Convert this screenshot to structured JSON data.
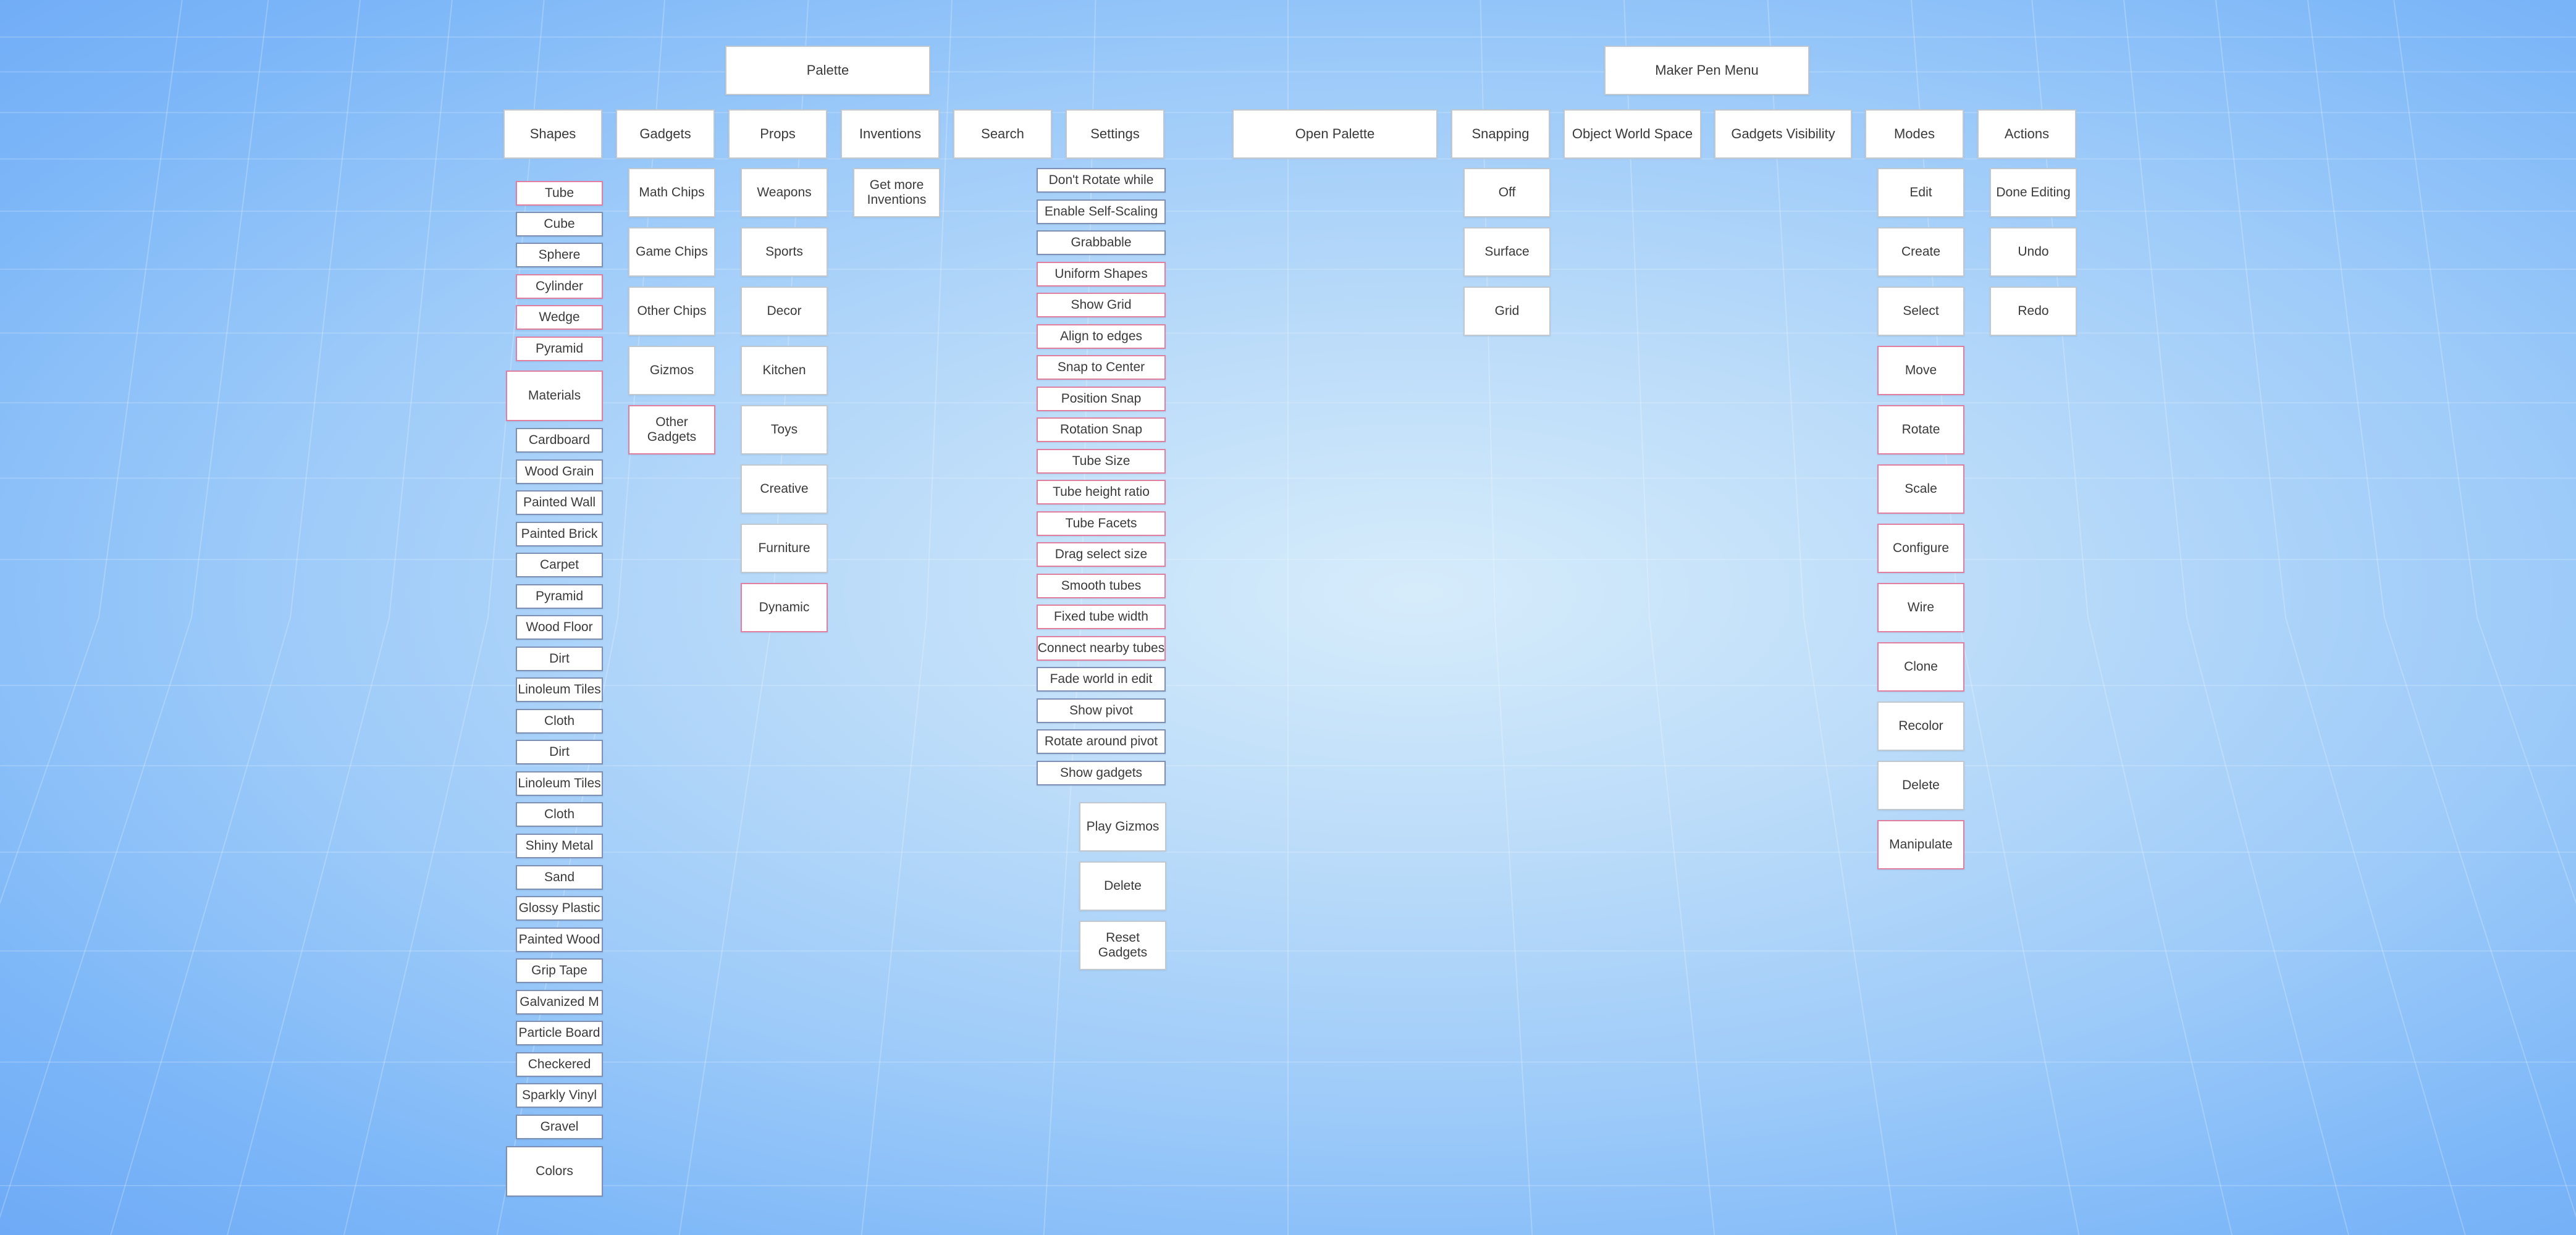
{
  "colors": {
    "background_center": "#d6ecfb",
    "background_edge": "#6eaaf6",
    "grid_line": "#ffffff",
    "node_fill": "#ffffff",
    "border_plain": "#c2c8d0",
    "border_pink": "#e07f9f",
    "border_blue": "#7d8fb3"
  },
  "palette": {
    "title": "Palette",
    "shapes": {
      "header": "Shapes",
      "items": [
        "Tube",
        "Cube",
        "Sphere",
        "Cylinder",
        "Wedge",
        "Pyramid"
      ],
      "materials_label": "Materials",
      "materials": [
        "Cardboard",
        "Wood Grain",
        "Painted Wall",
        "Painted Brick",
        "Carpet",
        "Pyramid",
        "Wood Floor",
        "Dirt",
        "Linoleum Tiles",
        "Cloth",
        "Dirt",
        "Linoleum Tiles",
        "Cloth",
        "Shiny Metal",
        "Sand",
        "Glossy Plastic",
        "Painted Wood",
        "Grip Tape",
        "Galvanized M",
        "Particle Board",
        "Checkered",
        "Sparkly Vinyl",
        "Gravel"
      ],
      "colors_label": "Colors"
    },
    "gadgets": {
      "header": "Gadgets",
      "items": [
        "Math Chips",
        "Game Chips",
        "Other Chips",
        "Gizmos",
        "Other Gadgets"
      ]
    },
    "props": {
      "header": "Props",
      "items": [
        "Weapons",
        "Sports",
        "Decor",
        "Kitchen",
        "Toys",
        "Creative",
        "Furniture",
        "Dynamic"
      ]
    },
    "inventions": {
      "header": "Inventions",
      "items": [
        "Get more Inventions"
      ]
    },
    "search": {
      "header": "Search"
    },
    "settings": {
      "header": "Settings",
      "items": [
        "Don't Rotate while",
        "Enable Self-Scaling",
        "Grabbable",
        "Uniform Shapes",
        "Show Grid",
        "Align to edges",
        "Snap to Center",
        "Position Snap",
        "Rotation Snap",
        "Tube Size",
        "Tube height ratio",
        "Tube Facets",
        "Drag select size",
        "Smooth tubes",
        "Fixed tube width",
        "Connect nearby tubes",
        "Fade world in edit",
        "Show pivot",
        "Rotate around pivot",
        "Show gadgets"
      ],
      "actions": [
        "Play Gizmos",
        "Delete",
        "Reset Gadgets"
      ]
    }
  },
  "maker_pen_menu": {
    "title": "Maker Pen Menu",
    "open_palette": "Open Palette",
    "snapping": {
      "header": "Snapping",
      "items": [
        "Off",
        "Surface",
        "Grid"
      ]
    },
    "object_world_space": "Object World Space",
    "gadgets_visibility": "Gadgets Visibility",
    "modes": {
      "header": "Modes",
      "items": [
        "Edit",
        "Create",
        "Select",
        "Move",
        "Rotate",
        "Scale",
        "Configure",
        "Wire",
        "Clone",
        "Recolor",
        "Delete",
        "Manipulate"
      ]
    },
    "actions": {
      "header": "Actions",
      "items": [
        "Done Editing",
        "Undo",
        "Redo"
      ]
    }
  }
}
